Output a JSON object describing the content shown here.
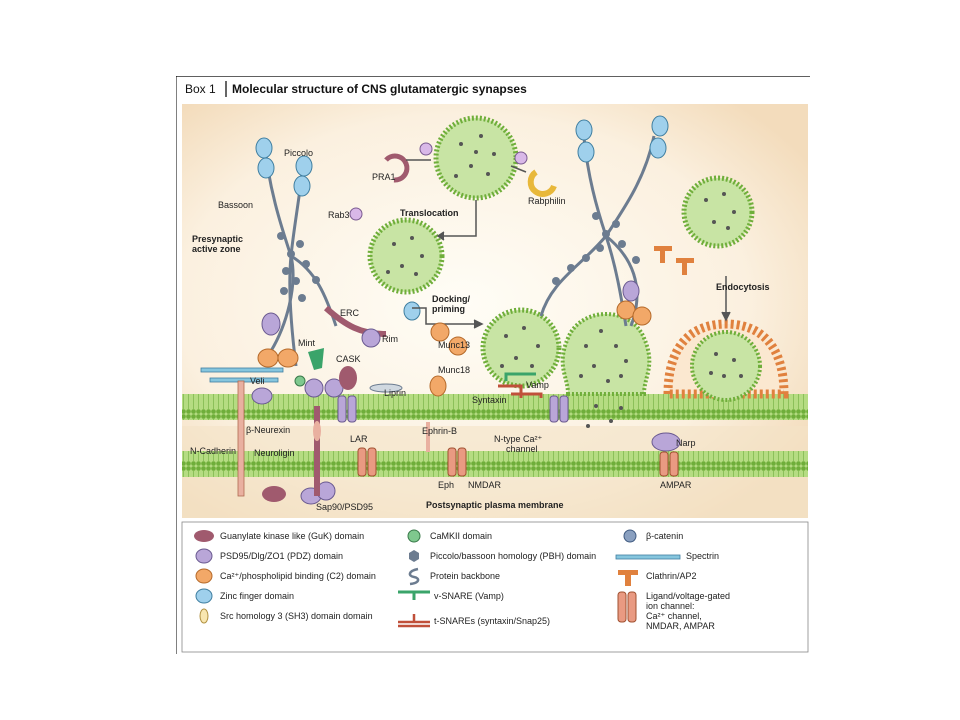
{
  "box": {
    "label": "Box 1",
    "title": "Molecular structure of CNS glutamatergic synapses"
  },
  "labels": {
    "piccolo": "Piccolo",
    "bassoon": "Bassoon",
    "presynaptic_line1": "Presynaptic",
    "presynaptic_line2": "active zone",
    "pra1": "PRA1",
    "rab3": "Rab3",
    "translocation": "Translocation",
    "rabphilin": "Rabphilin",
    "docking_line1": "Docking/",
    "docking_line2": "priming",
    "erc": "ERC",
    "rim": "Rim",
    "mint": "Mint",
    "cask": "CASK",
    "munc13": "Munc13",
    "munc18": "Munc18",
    "veli": "Veli",
    "liprin": "Liprin",
    "vamp": "Vamp",
    "syntaxin": "Syntaxin",
    "beta_neurexin": "β-Neurexin",
    "ephrin_b": "Ephrin-B",
    "n_cadherin": "N-Cadherin",
    "neuroligin": "Neuroligin",
    "lar": "LAR",
    "ntype_line1": "N-type Ca²⁺",
    "ntype_line2": "channel",
    "endocytosis": "Endocytosis",
    "narp": "Narp",
    "eph": "Eph",
    "nmdar": "NMDAR",
    "ampar": "AMPAR",
    "sap90": "Sap90/PSD95",
    "postsynaptic": "Postsynaptic plasma membrane"
  },
  "legend": {
    "guk": "Guanylate kinase like (GuK) domain",
    "pdz": "PSD95/Dlg/ZO1 (PDZ) domain",
    "c2": "Ca²⁺/phospholipid binding (C2) domain",
    "zinc": "Zinc finger domain",
    "sh3": "Src homology 3 (SH3) domain domain",
    "camkii": "CaMKII domain",
    "pbh": "Piccolo/bassoon homology (PBH) domain",
    "backbone": "Protein backbone",
    "vsnare": "v-SNARE (Vamp)",
    "tsnare": "t-SNAREs (syntaxin/Snap25)",
    "catenin": "β-catenin",
    "spectrin": "Spectrin",
    "clathrin": "Clathrin/AP2",
    "channel_line1": "Ligand/voltage-gated",
    "channel_line2": "ion channel:",
    "channel_line3": "Ca²⁺ channel,",
    "channel_line4": "NMDAR, AMPAR"
  },
  "colors": {
    "background_cream": "#fbeedd",
    "membrane_green": "#9fcf6a",
    "vesicle_green": "#c8e4a4",
    "guk": "#a05a6e",
    "pdz": "#b9a6d8",
    "c2": "#f2a868",
    "zinc": "#9fd0ec",
    "camkii": "#7fc88e",
    "pbh": "#6c7c90",
    "spectrin": "#86c6de",
    "clathrin": "#e0813e",
    "channel": "#e99a82"
  }
}
